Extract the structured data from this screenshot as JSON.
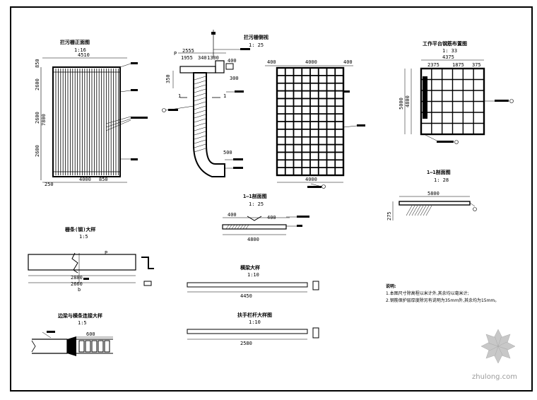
{
  "views": {
    "v1": {
      "title": "拦污栅正面图",
      "scale": "1:16",
      "dims": [
        "4510",
        "4000",
        "850",
        "2600",
        "2600",
        "2600",
        "7800",
        "850",
        "250"
      ]
    },
    "v2": {
      "title": "拦污栅侧视",
      "scale": "1: 25",
      "dims": [
        "2555",
        "1955",
        "340",
        "1300",
        "400",
        "350",
        "300",
        "500"
      ],
      "labels": [
        "P",
        "1",
        "1"
      ]
    },
    "v3": {
      "dims": [
        "400",
        "4000",
        "400",
        "4000"
      ]
    },
    "v4": {
      "title": "工作平台钢筋布置图",
      "scale": "1: 33",
      "dims": [
        "4375",
        "2375",
        "1875",
        "375",
        "5000",
        "4800"
      ]
    },
    "v5": {
      "title": "1—1剖面图",
      "scale": "1: 25",
      "dims": [
        "400",
        "400",
        "4800"
      ]
    },
    "v6": {
      "title": "1—1剖面图",
      "scale": "1: 28",
      "dims": [
        "5800",
        "275"
      ]
    },
    "v7": {
      "title": "栅条(钢)大样",
      "scale": "1:5",
      "dims": [
        "2880",
        "2660"
      ],
      "labels": [
        "P",
        "b"
      ]
    },
    "v8": {
      "title": "横梁大样",
      "scale": "1:10",
      "dims": [
        "4450"
      ]
    },
    "v9": {
      "title": "边梁与横条连接大样",
      "scale": "1:5",
      "dims": [
        "600"
      ]
    },
    "v10": {
      "title": "扶手栏杆大样图",
      "scale": "1:10",
      "dims": [
        "2580"
      ]
    }
  },
  "notes": {
    "heading": "说明:",
    "line1": "1.本图尺寸除高程以米计外,其余均以毫米计;",
    "line2": "2.钢筋保护层厚度除另有说明为35mm外,其余均为15mm。"
  },
  "watermark": {
    "text": "zhulong.com"
  }
}
